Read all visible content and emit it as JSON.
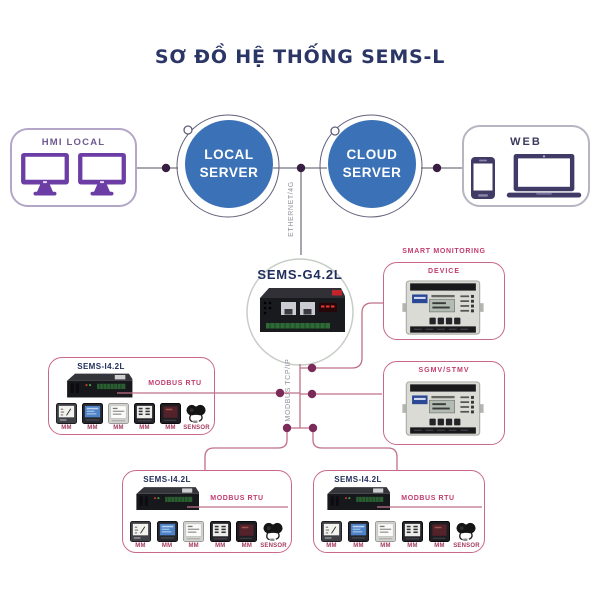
{
  "title": "SƠ ĐỒ HỆ THỐNG SEMS-L",
  "top_row": {
    "hmi": {
      "label": "HMI LOCAL"
    },
    "local_server": {
      "line1": "LOCAL",
      "line2": "SERVER"
    },
    "cloud_server": {
      "line1": "CLOUD",
      "line2": "SERVER"
    },
    "web": {
      "label": "WEB"
    }
  },
  "links": {
    "ethernet": "ETHERNET/4G",
    "modbus_tcp": "MODBUS TCP/IP"
  },
  "gateway": {
    "label": "SEMS-G4.2L"
  },
  "monitoring": {
    "heading": "SMART MONITORING",
    "device_label": "DEVICE"
  },
  "sgmv": {
    "label": "SGMV/STMV"
  },
  "io_boxes": [
    {
      "title": "SEMS-I4.2L",
      "bus": "MODBUS RTU",
      "meters": [
        "MM",
        "MM",
        "MM",
        "MM",
        "MM",
        "SENSOR"
      ]
    },
    {
      "title": "SEMS-I4.2L",
      "bus": "MODBUS RTU",
      "meters": [
        "MM",
        "MM",
        "MM",
        "MM",
        "MM",
        "SENSOR"
      ]
    },
    {
      "title": "SEMS-I4.2L",
      "bus": "MODBUS RTU",
      "meters": [
        "MM",
        "MM",
        "MM",
        "MM",
        "MM",
        "SENSOR"
      ]
    }
  ],
  "icons": {
    "monitor": "monitor-icon",
    "smartphone": "smartphone-icon",
    "laptop": "laptop-icon",
    "gateway_device": "gateway-device",
    "io_device": "io-device",
    "monitoring_controller": "monitoring-controller",
    "meter": "meter-icon",
    "sensor": "sensor-icon"
  },
  "colors": {
    "title_navy": "#2b3667",
    "server_blue": "#3b72b7",
    "hmi_purple": "#6b3da5",
    "web_indigo": "#403a66",
    "pink_line": "#bf7088",
    "pink_text": "#c23b6d",
    "gray_line": "#75757f",
    "junction_dot_dark": "#381d42",
    "junction_dot_pink": "#7c2a58",
    "label_navy": "#22305c"
  }
}
